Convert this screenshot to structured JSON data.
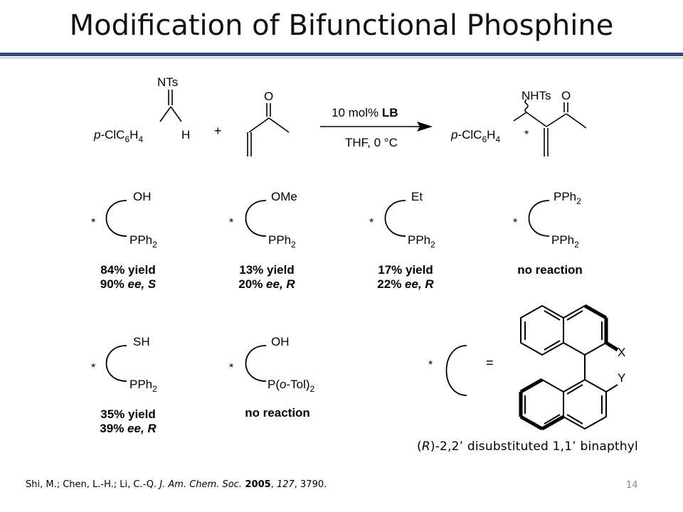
{
  "title": "Modification of Bifunctional Phosphine",
  "reaction": {
    "imine_group": "NTs",
    "imine_h": "H",
    "aryl_prefix": "p",
    "aryl_rest": "-ClC",
    "aryl_sub1": "6",
    "aryl_h": "H",
    "aryl_sub2": "4",
    "plus": "+",
    "enone_o": "O",
    "catalyst_loading": "10 mol% ",
    "catalyst_name": "LB",
    "conditions": "THF, 0 °C",
    "product_group": "NHTs",
    "product_o": "O",
    "stereo_star": "*"
  },
  "catalysts": [
    {
      "x_group": "OH",
      "y_group": "PPh",
      "y_sub": "2",
      "yield": "84% yield",
      "ee_value": "90% ",
      "ee_label": "ee",
      "ee_config": ", S"
    },
    {
      "x_group": "OMe",
      "y_group": "PPh",
      "y_sub": "2",
      "yield": "13% yield",
      "ee_value": "20% ",
      "ee_label": "ee",
      "ee_config": ", R"
    },
    {
      "x_group": "Et",
      "y_group": "PPh",
      "y_sub": "2",
      "yield": "17% yield",
      "ee_value": "22% ",
      "ee_label": "ee",
      "ee_config": ", R"
    },
    {
      "x_group": "PPh",
      "x_sub": "2",
      "y_group": "PPh",
      "y_sub": "2",
      "result": "no reaction"
    },
    {
      "x_group": "SH",
      "y_group": "PPh",
      "y_sub": "2",
      "yield": "35% yield",
      "ee_value": "39% ",
      "ee_label": "ee",
      "ee_config": ", R"
    },
    {
      "x_group": "OH",
      "y_group_pre": "P(",
      "y_group_italic": "o",
      "y_group_post": "-Tol)",
      "y_sub": "2",
      "result": "no reaction"
    }
  ],
  "legend": {
    "star": "*",
    "equals": "=",
    "x_label": "X",
    "y_label": "Y",
    "caption_open": "(",
    "caption_config": "R",
    "caption_rest": ")-2,2’ disubstituted 1,1’ binapthyl"
  },
  "footer": {
    "authors": "Shi, M.; Chen, L.-H.; Li, C.-Q. ",
    "journal": "J. Am. Chem. Soc.",
    "year": " 2005",
    "volume": "127",
    "pages": ", 3790."
  },
  "page_number": "14"
}
